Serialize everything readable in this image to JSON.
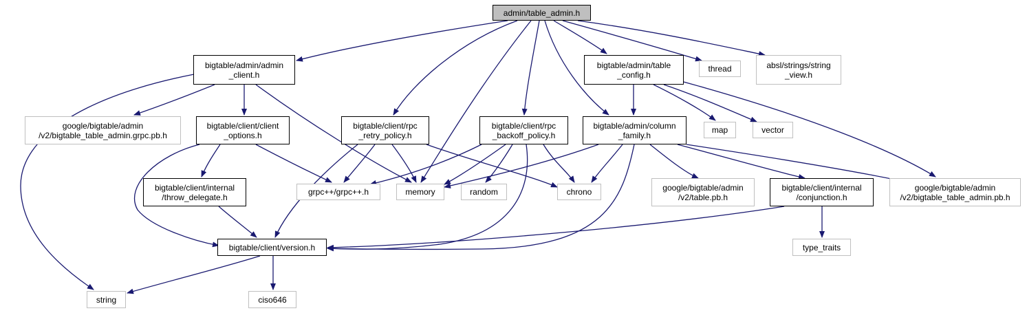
{
  "colors": {
    "edge": "#191970",
    "doc_border": "#000000",
    "ext_border": "#bfbfbf",
    "root_fill": "#bfbfbf"
  },
  "nodes": {
    "root": {
      "line1": "admin/table_admin.h"
    },
    "admin_client": {
      "line1": "bigtable/admin/admin",
      "line2": "_client.h"
    },
    "grpc_pb": {
      "line1": "google/bigtable/admin",
      "line2": "/v2/bigtable_table_admin.grpc.pb.h"
    },
    "client_options": {
      "line1": "bigtable/client/client",
      "line2": "_options.h"
    },
    "throw_delegate": {
      "line1": "bigtable/client/internal",
      "line2": "/throw_delegate.h"
    },
    "version": {
      "line1": "bigtable/client/version.h"
    },
    "string": {
      "line1": "string"
    },
    "ciso646": {
      "line1": "ciso646"
    },
    "grpcpp": {
      "line1": "grpc++/grpc++.h"
    },
    "memory": {
      "line1": "memory"
    },
    "retry_policy": {
      "line1": "bigtable/client/rpc",
      "line2": "_retry_policy.h"
    },
    "backoff_policy": {
      "line1": "bigtable/client/rpc",
      "line2": "_backoff_policy.h"
    },
    "random": {
      "line1": "random"
    },
    "chrono": {
      "line1": "chrono"
    },
    "table_config": {
      "line1": "bigtable/admin/table",
      "line2": "_config.h"
    },
    "thread": {
      "line1": "thread"
    },
    "string_view": {
      "line1": "absl/strings/string",
      "line2": "_view.h"
    },
    "column_family": {
      "line1": "bigtable/admin/column",
      "line2": "_family.h"
    },
    "map": {
      "line1": "map"
    },
    "vector": {
      "line1": "vector"
    },
    "table_pb": {
      "line1": "google/bigtable/admin",
      "line2": "/v2/table.pb.h"
    },
    "conjunction": {
      "line1": "bigtable/client/internal",
      "line2": "/conjunction.h"
    },
    "type_traits": {
      "line1": "type_traits"
    },
    "admin_pb": {
      "line1": "google/bigtable/admin",
      "line2": "/v2/bigtable_table_admin.pb.h"
    }
  }
}
